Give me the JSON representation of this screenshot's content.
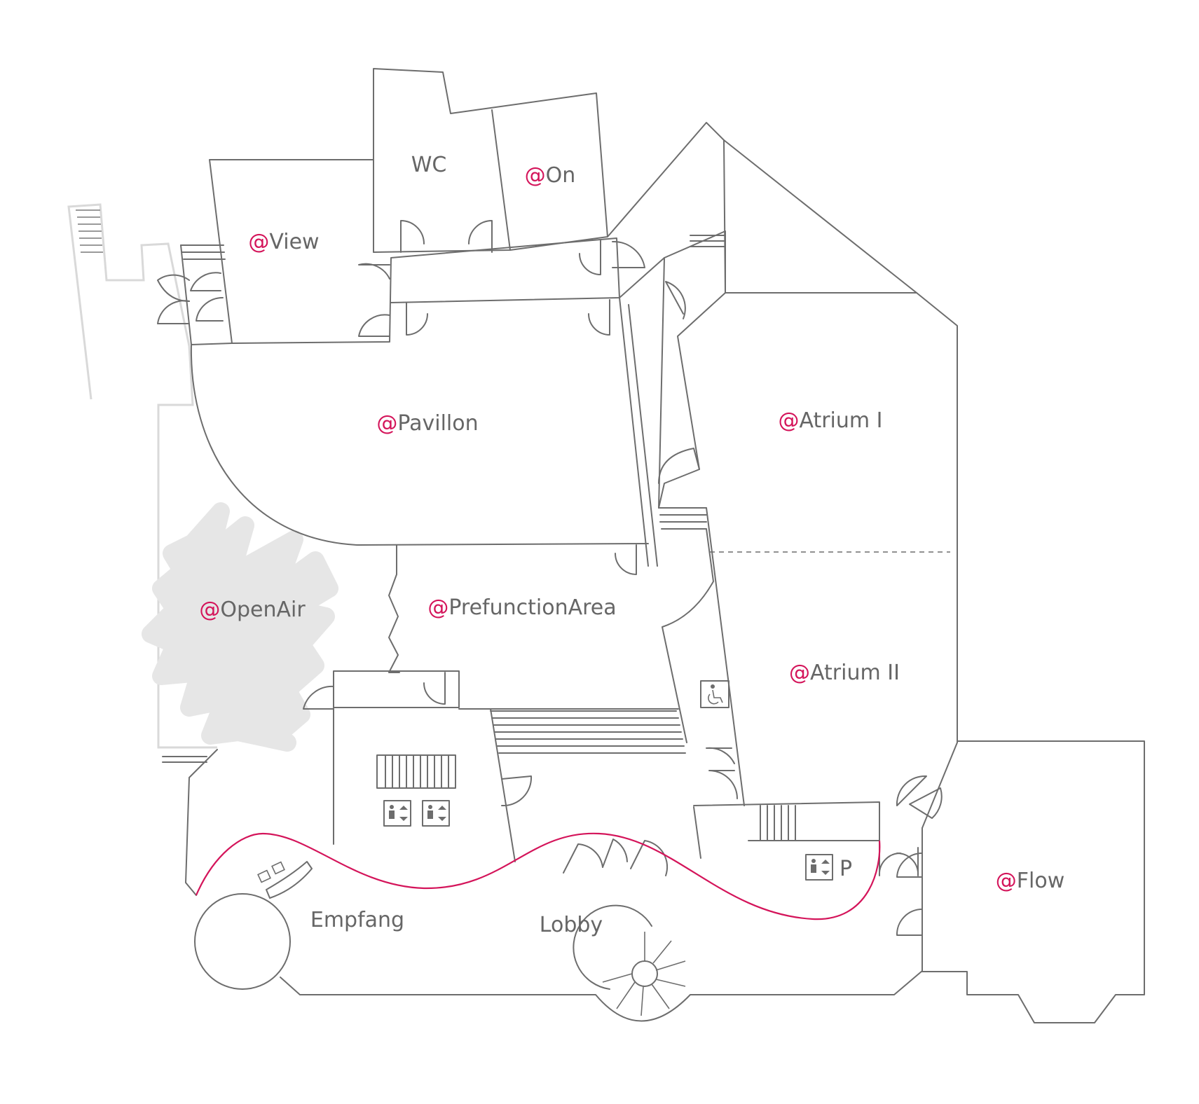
{
  "colors": {
    "walls": "#6d6d6d",
    "labels": "#666666",
    "accent": "#d4145a",
    "outdoor_area": "#e6e6e6"
  },
  "rooms": {
    "wc": {
      "label": "WC"
    },
    "on": {
      "prefix": "@",
      "name": "On"
    },
    "view": {
      "prefix": "@",
      "name": "View"
    },
    "pavillon": {
      "prefix": "@",
      "name": "Pavillon"
    },
    "atrium_1": {
      "prefix": "@",
      "name": "Atrium I"
    },
    "atrium_2": {
      "prefix": "@",
      "name": "Atrium II"
    },
    "openair": {
      "prefix": "@",
      "name": "OpenAir"
    },
    "prefunction": {
      "prefix": "@",
      "name": "PrefunctionArea"
    },
    "flow": {
      "prefix": "@",
      "name": "Flow"
    },
    "empfang": {
      "label": "Empfang"
    },
    "lobby": {
      "label": "Lobby"
    }
  },
  "markers": {
    "parking": {
      "label": "P"
    }
  },
  "icons": [
    "elevator-icon",
    "wheelchair-icon",
    "spiral-staircase-icon",
    "stairs-icon",
    "door-swing-icon"
  ]
}
